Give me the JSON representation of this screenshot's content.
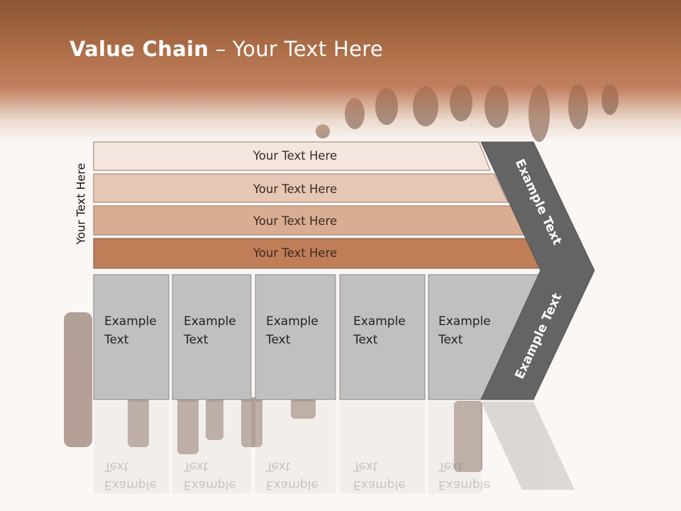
{
  "slide": {
    "title_bold": "Value Chain",
    "title_rest": " – Your Text Here",
    "side_label": "Your Text Here"
  },
  "bars": [
    {
      "label": "Your Text Here",
      "color": "#f4e6df"
    },
    {
      "label": "Your Text Here",
      "color": "#e6c6b4"
    },
    {
      "label": "Your Text Here",
      "color": "#d8ad92"
    },
    {
      "label": "Your Text Here",
      "color": "#c07e58"
    }
  ],
  "cells": [
    {
      "line1": "Example",
      "line2": "Text"
    },
    {
      "line1": "Example",
      "line2": "Text"
    },
    {
      "line1": "Example",
      "line2": "Text"
    },
    {
      "line1": "Example",
      "line2": "Text"
    },
    {
      "line1": "Example",
      "line2": "Text"
    }
  ],
  "chevron": {
    "upper_label": "Example Text",
    "lower_label": "Example Text",
    "color": "#646464"
  },
  "colors": {
    "header": "#b0704a",
    "cell_fill": "#c0c0c0",
    "background": "#fbf7f4"
  }
}
